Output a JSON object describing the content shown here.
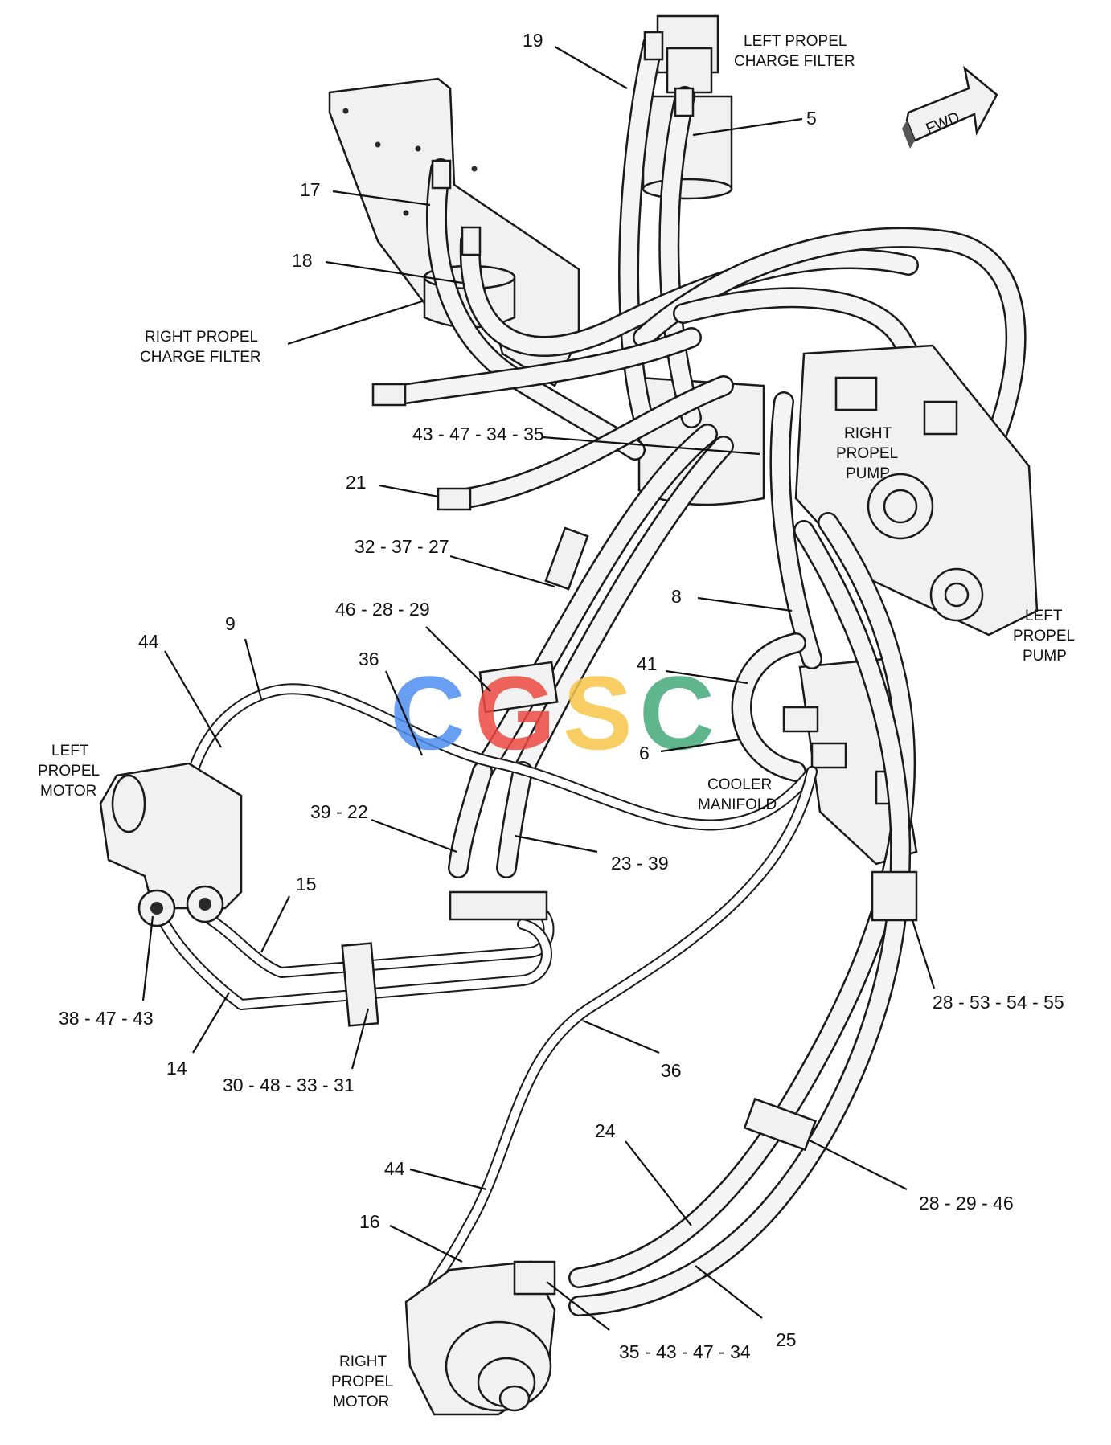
{
  "labels": {
    "left_propel_charge_filter": [
      "LEFT PROPEL",
      "CHARGE FILTER"
    ],
    "right_propel_charge_filter": [
      "RIGHT PROPEL",
      "CHARGE FILTER"
    ],
    "right_propel_pump": [
      "RIGHT",
      "PROPEL",
      "PUMP"
    ],
    "left_propel_pump": [
      "LEFT",
      "PROPEL",
      "PUMP"
    ],
    "left_propel_motor": [
      "LEFT",
      "PROPEL",
      "MOTOR"
    ],
    "cooler_manifold": [
      "COOLER",
      "MANIFOLD"
    ],
    "right_propel_motor": [
      "RIGHT",
      "PROPEL",
      "MOTOR"
    ],
    "fwd": "FWD"
  },
  "callouts": {
    "c19": "19",
    "c5": "5",
    "c17": "17",
    "c18": "18",
    "c43_47_34_35": "43 - 47 - 34 - 35",
    "c21": "21",
    "c32_37_27": "32 - 37 - 27",
    "c8": "8",
    "c46_28_29": "46 - 28 - 29",
    "c44_top": "44",
    "c9": "9",
    "c36_top": "36",
    "c41": "41",
    "c6": "6",
    "c39_22": "39 - 22",
    "c23_39": "23 - 39",
    "c15": "15",
    "c38_47_43": "38 - 47 - 43",
    "c14": "14",
    "c30_48_33_31": "30 - 48 - 33 - 31",
    "c28_53_54_55": "28 - 53 - 54 - 55",
    "c36_bottom": "36",
    "c24": "24",
    "c28_29_46": "28 - 29 - 46",
    "c44_bottom": "44",
    "c16": "16",
    "c35_43_47_34": "35 - 43 - 47 - 34",
    "c25": "25"
  },
  "watermark": {
    "text": "CGSC",
    "letters": [
      "C",
      "G",
      "S",
      "C"
    ],
    "colors": [
      "#4f8ff0",
      "#ee4a43",
      "#f7c64a",
      "#44a978"
    ]
  }
}
